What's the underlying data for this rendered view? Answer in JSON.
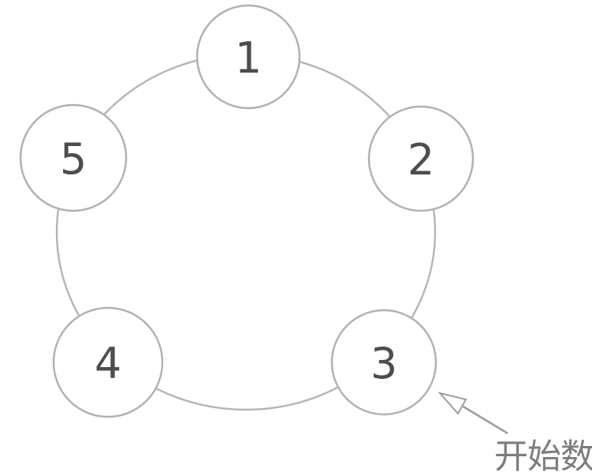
{
  "figure": {
    "background": "#ffffff"
  },
  "ring": {
    "stroke": "#b5b5b5"
  },
  "node_style": {
    "fill": "#ffffff",
    "stroke": "#b2b2b2",
    "text_color": "#4d4d4d"
  },
  "nodes": [
    {
      "label": "1"
    },
    {
      "label": "2"
    },
    {
      "label": "3"
    },
    {
      "label": "4"
    },
    {
      "label": "5"
    }
  ],
  "arrow": {
    "color": "#9e9e9e",
    "head_fill": "#ffffff",
    "points_to_node": "3"
  },
  "annotation": {
    "label": "开始数",
    "color": "#7d7d7d"
  }
}
